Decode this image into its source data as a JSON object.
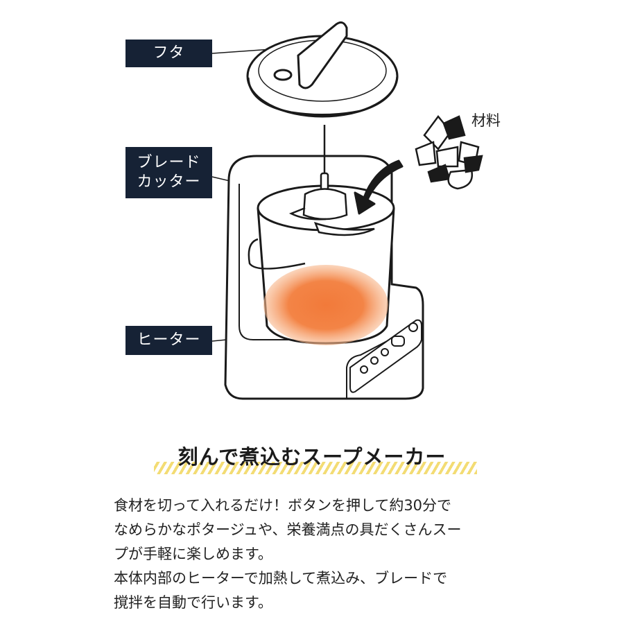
{
  "labels": {
    "lid": "フタ",
    "blade": "ブレード\nカッター",
    "heater": "ヒーター",
    "ingredients": "材料"
  },
  "headline": "刻んで煮込むスープメーカー",
  "description": [
    "食材を切って入れるだけ！ボタンを押して約30分で",
    "なめらかなポタージュや、栄養満点の具だくさんスー",
    "プが手軽に楽しめます。",
    "本体内部のヒーターで加熱して煮込み、ブレードで",
    "撹拌を自動で行います。"
  ],
  "colors": {
    "label_bg": "#162235",
    "heater_glow": "#f27a3a",
    "stripe": "#f3dc74",
    "outline": "#1a1a1a"
  },
  "icons": [
    "lid-handle-icon",
    "blade-cutter-icon",
    "ingredients-icon",
    "arrow-icon",
    "control-buttons-icon"
  ]
}
